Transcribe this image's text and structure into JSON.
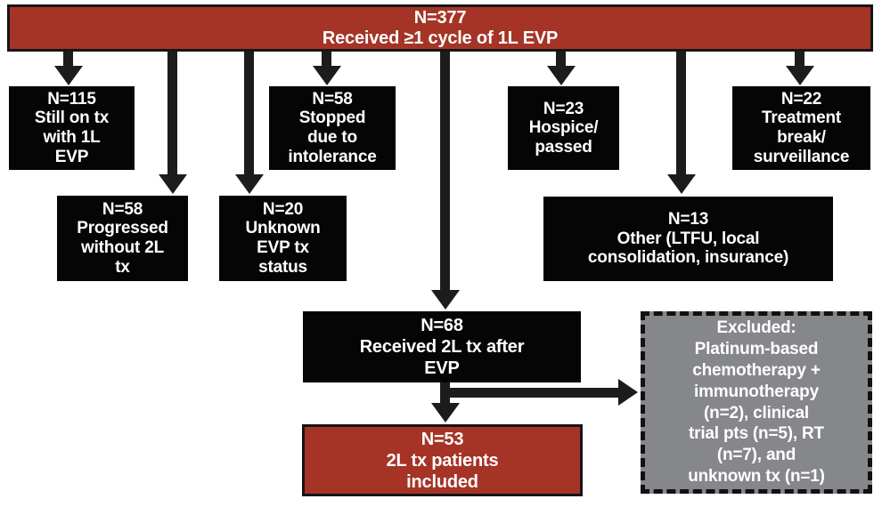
{
  "colors": {
    "red_box": "#A53427",
    "black_box": "#050505",
    "gray_box": "#85878A",
    "arrow": "#1c1c1c",
    "text": "#FFFFFF",
    "background": "#FFFFFF"
  },
  "nodes": {
    "total": {
      "n": "N=377",
      "label": "Received ≥1 cycle of 1L EVP"
    },
    "still_on_tx": {
      "n": "N=115",
      "label": "Still on tx\nwith 1L\nEVP"
    },
    "progressed": {
      "n": "N=58",
      "label": "Progressed\nwithout 2L\ntx"
    },
    "stopped": {
      "n": "N=58",
      "label": "Stopped\ndue to\nintolerance"
    },
    "unknown_status": {
      "n": "N=20",
      "label": "Unknown\nEVP tx\nstatus"
    },
    "hospice": {
      "n": "N=23",
      "label": "Hospice/\npassed"
    },
    "treatment_break": {
      "n": "N=22",
      "label": "Treatment\nbreak/\nsurveillance"
    },
    "other": {
      "n": "N=13",
      "label": "Other (LTFU, local\nconsolidation, insurance)"
    },
    "received_2l": {
      "n": "N=68",
      "label": "Received 2L tx after\nEVP"
    },
    "included": {
      "n": "N=53",
      "label": "2L tx patients\nincluded"
    },
    "excluded": {
      "label": "Excluded:\nPlatinum-based\nchemotherapy +\nimmunotherapy\n(n=2), clinical\ntrial pts (n=5), RT\n(n=7), and\nunknown tx (n=1)"
    }
  }
}
